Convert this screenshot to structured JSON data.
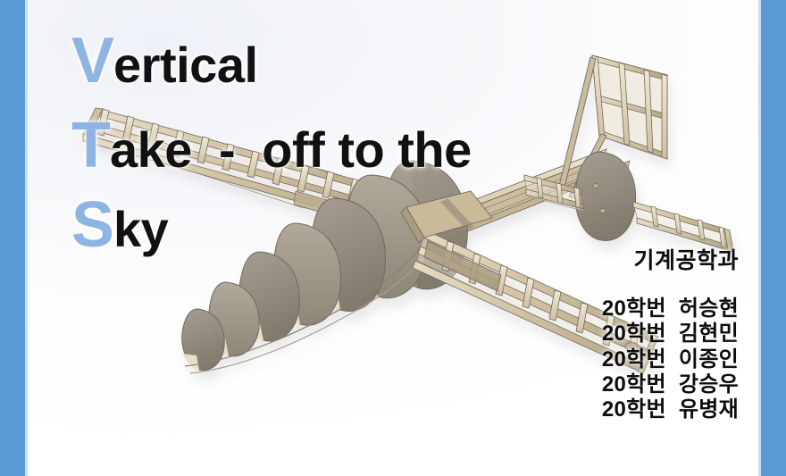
{
  "slide": {
    "background_color": "#ffffff",
    "accent_bar_color": "#5B9BD5",
    "canvas_gradient_from": "#eef1f7",
    "canvas_gradient_to": "#ffffff"
  },
  "title": {
    "initial_color": "#8EB4E3",
    "body_color": "#111111",
    "lines": [
      {
        "cap": "V",
        "rest": "ertical"
      },
      {
        "cap": "T",
        "rest": "ake  -  off to the"
      },
      {
        "cap": "S",
        "rest": "ky"
      }
    ],
    "full_text": "Vertical Take - off to the Sky"
  },
  "credits": {
    "department": "기계공학과",
    "members": [
      "20학번  허승현",
      "20학번  김현민",
      "20학번  이종인",
      "20학번  강승우",
      "20학번  유병재"
    ]
  },
  "artwork": {
    "name": "balsa-rc-aircraft-cad-render",
    "description": "Isometric CAD render of a balsa-wood framed VTOL aircraft with ribbed wings, formered fuselage and tail empennage",
    "materials": {
      "balsa_light": "#e9dfc7",
      "balsa_mid": "#d6c8a8",
      "balsa_shadow": "#b8a888",
      "former_grey": "#9a9284",
      "former_grey_dark": "#7f7769",
      "outline": "#6f6a60"
    }
  }
}
